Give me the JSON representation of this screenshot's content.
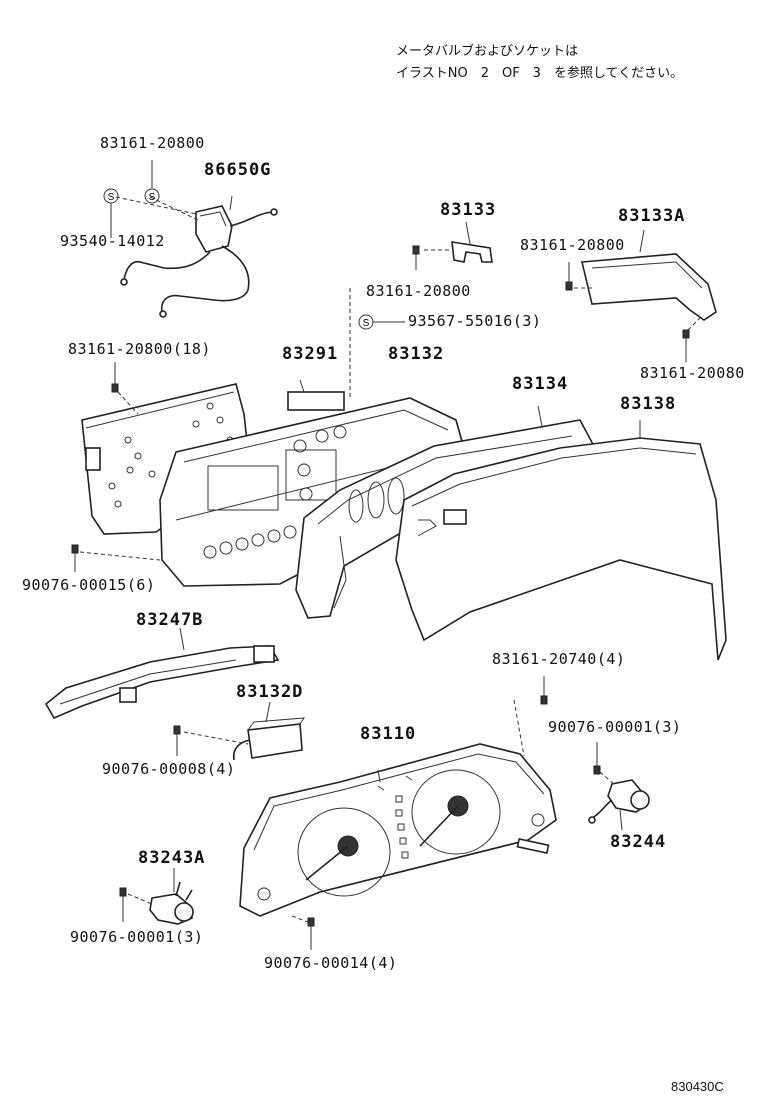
{
  "note": {
    "line1": "メータバルブおよびソケットは",
    "line2": "イラストNO　2　OF　3　を参照してください。"
  },
  "labels": {
    "l83161_20800_top": "83161-20800",
    "l86650G": "86650G",
    "l93540_14012": "93540-14012",
    "l83133": "83133",
    "l83133A": "83133A",
    "l83161_20800_mid": "83161-20800",
    "l83161_20800_right": "83161-20800",
    "l93567_55016": "93567-55016(3)",
    "l83161_20080": "83161-20080",
    "l83161_20800_18": "83161-20800(18)",
    "l83291": "83291",
    "l83132": "83132",
    "l83134": "83134",
    "l83138": "83138",
    "l90076_00015": "90076-00015(6)",
    "l83247B": "83247B",
    "l83161_20740": "83161-20740(4)",
    "l83132D": "83132D",
    "l83110": "83110",
    "l90076_00001_r": "90076-00001(3)",
    "l90076_00008": "90076-00008(4)",
    "l83244": "83244",
    "l83243A": "83243A",
    "l90076_00001_l": "90076-00001(3)",
    "l90076_00014": "90076-00014(4)"
  },
  "s_marker": "S",
  "illustration_code": "830430C"
}
